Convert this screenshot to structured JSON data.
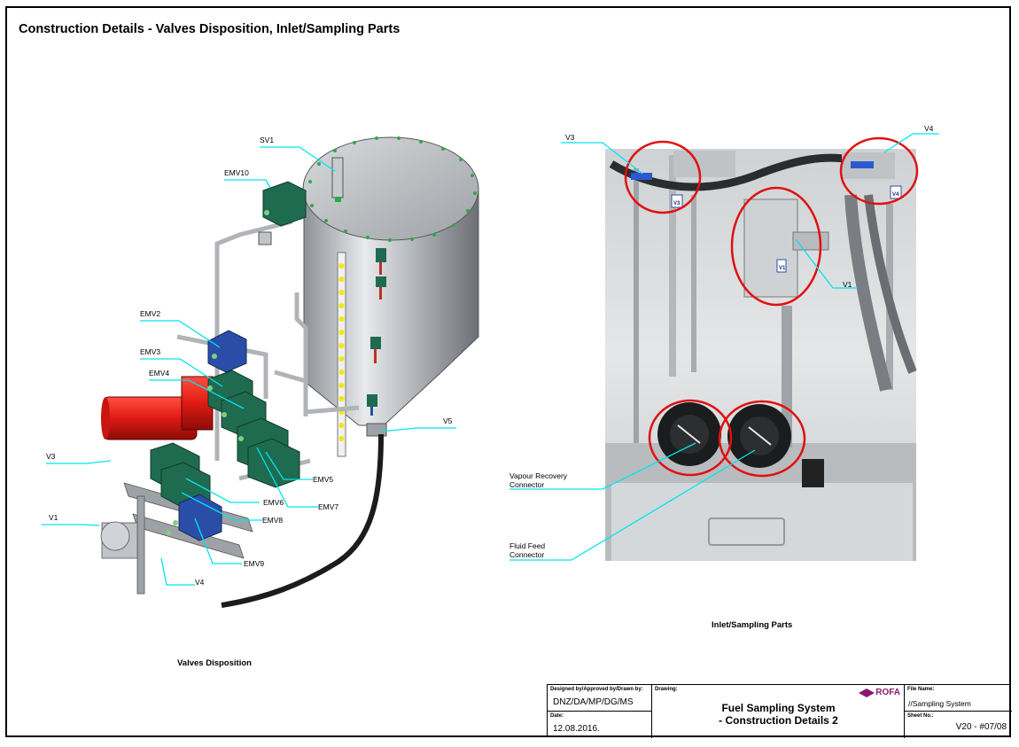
{
  "page": {
    "title": "Construction Details - Valves Disposition, Inlet/Sampling Parts"
  },
  "left_figure": {
    "caption": "Valves Disposition",
    "labels": {
      "sv1": "SV1",
      "emv10": "EMV10",
      "emv2": "EMV2",
      "emv3": "EMV3",
      "emv4": "EMV4",
      "v3": "V3",
      "v1": "V1",
      "v4": "V4",
      "v5": "V5",
      "emv5": "EMV5",
      "emv6": "EMV6",
      "emv7": "EMV7",
      "emv8": "EMV8",
      "emv9": "EMV9"
    }
  },
  "right_figure": {
    "caption": "Inlet/Sampling Parts",
    "labels": {
      "v3": "V3",
      "v4": "V4",
      "v1": "V1",
      "vapour_line1": "Vapour Recovery",
      "vapour_line2": "Connector",
      "fluid_line1": "Fluid Feed",
      "fluid_line2": "Connector"
    },
    "tags": {
      "v3_tag": "V3",
      "v4_tag": "V4",
      "v1_tag": "V1"
    }
  },
  "title_block": {
    "designed_label": "Designed by/Approved by/Drawn by:",
    "designed_value": "DNZ/DA/MP/DG/MS",
    "date_label": "Date:",
    "date_value": "12.08.2016.",
    "drawing_label": "Drawing:",
    "drawing_title_line1": "Fuel Sampling System",
    "drawing_title_line2": "- Construction Details 2",
    "logo_text": "ROFA",
    "file_label": "File Name:",
    "file_value": "//Sampling System",
    "sheet_label": "Sheet No.:",
    "sheet_value": "V20 - #07/08"
  },
  "colors": {
    "leader": "#00e5f0",
    "highlight_circle": "#e01010",
    "valve_green": "#1f6b50",
    "valve_blue": "#2a4ea8",
    "pump_red": "#e01a14",
    "logo": "#8a1a6a"
  }
}
